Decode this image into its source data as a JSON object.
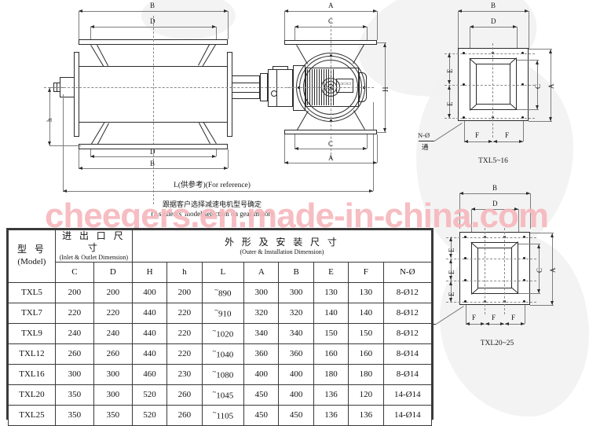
{
  "watermark": {
    "text": "cheegers.en.made-in-china.com"
  },
  "drawings": {
    "front_view": {
      "name": "front-elevation-with-gear-motor",
      "dim_top_outer": "B",
      "dim_top_inner": "D",
      "dim_bottom_inner": "D",
      "dim_bottom_outer": "B",
      "dim_height": "h",
      "caption_len": "L(供参考)(For reference)",
      "note_cn": "跟据客户选择减速电机型号确定",
      "note_en": "(As clients' model selection on gear motor)"
    },
    "side_view": {
      "name": "side-section-view",
      "dim_top_outer": "A",
      "dim_top_inner": "C",
      "dim_bottom_inner": "C",
      "dim_bottom_outer": "A",
      "dim_height": "H"
    },
    "flange_small": {
      "name": "flange-plan-txl5-16",
      "title": "TXL5~16",
      "dim_b": "B",
      "dim_d": "D",
      "dim_a": "A",
      "dim_c": "C",
      "dim_e": "E",
      "dim_f": "F",
      "hole_note_top": "N-Ø",
      "hole_note_bottom": "通"
    },
    "flange_large": {
      "name": "flange-plan-txl20-25",
      "title": "TXL20~25",
      "dim_b": "B",
      "dim_d": "D",
      "dim_a": "A",
      "dim_c": "C",
      "dim_e": "E",
      "dim_f": "F",
      "hole_note_top": "N-Ø",
      "hole_note_bottom": "通"
    }
  },
  "table": {
    "group_headers": {
      "model_cn": "型 号",
      "model_en": "(Model)",
      "inlet_cn": "进 出 口 尺 寸",
      "inlet_en": "(Inlet & Outlet Dimension)",
      "outer_cn": "外 形 及 安 装 尺 寸",
      "outer_en": "(Outer & Installation Dimension)"
    },
    "columns": [
      "C",
      "D",
      "H",
      "h",
      "L",
      "A",
      "B",
      "E",
      "F",
      "N-Ø"
    ],
    "rows": [
      {
        "model": "TXL5",
        "C": "200",
        "D": "200",
        "H": "400",
        "h": "200",
        "L": "890",
        "A": "300",
        "B": "300",
        "E": "130",
        "F": "130",
        "NO": "8-Ø12"
      },
      {
        "model": "TXL7",
        "C": "220",
        "D": "220",
        "H": "440",
        "h": "220",
        "L": "910",
        "A": "320",
        "B": "320",
        "E": "140",
        "F": "140",
        "NO": "8-Ø12"
      },
      {
        "model": "TXL9",
        "C": "240",
        "D": "240",
        "H": "440",
        "h": "220",
        "L": "1020",
        "A": "340",
        "B": "340",
        "E": "150",
        "F": "150",
        "NO": "8-Ø12"
      },
      {
        "model": "TXL12",
        "C": "260",
        "D": "260",
        "H": "440",
        "h": "220",
        "L": "1040",
        "A": "360",
        "B": "360",
        "E": "160",
        "F": "160",
        "NO": "8-Ø14"
      },
      {
        "model": "TXL16",
        "C": "300",
        "D": "300",
        "H": "460",
        "h": "230",
        "L": "1080",
        "A": "400",
        "B": "400",
        "E": "180",
        "F": "180",
        "NO": "8-Ø14"
      },
      {
        "model": "TXL20",
        "C": "350",
        "D": "300",
        "H": "520",
        "h": "260",
        "L": "1045",
        "A": "450",
        "B": "400",
        "E": "136",
        "F": "120",
        "NO": "14-Ø14"
      },
      {
        "model": "TXL25",
        "C": "350",
        "D": "350",
        "H": "520",
        "h": "260",
        "L": "1105",
        "A": "450",
        "B": "450",
        "E": "136",
        "F": "136",
        "NO": "14-Ø14"
      }
    ],
    "approx_prefix": "~"
  },
  "colors": {
    "line": "#2b2b2b",
    "watermark": "#f6b8bd",
    "background": "#ffffff",
    "blob": "#f2f2f2"
  }
}
